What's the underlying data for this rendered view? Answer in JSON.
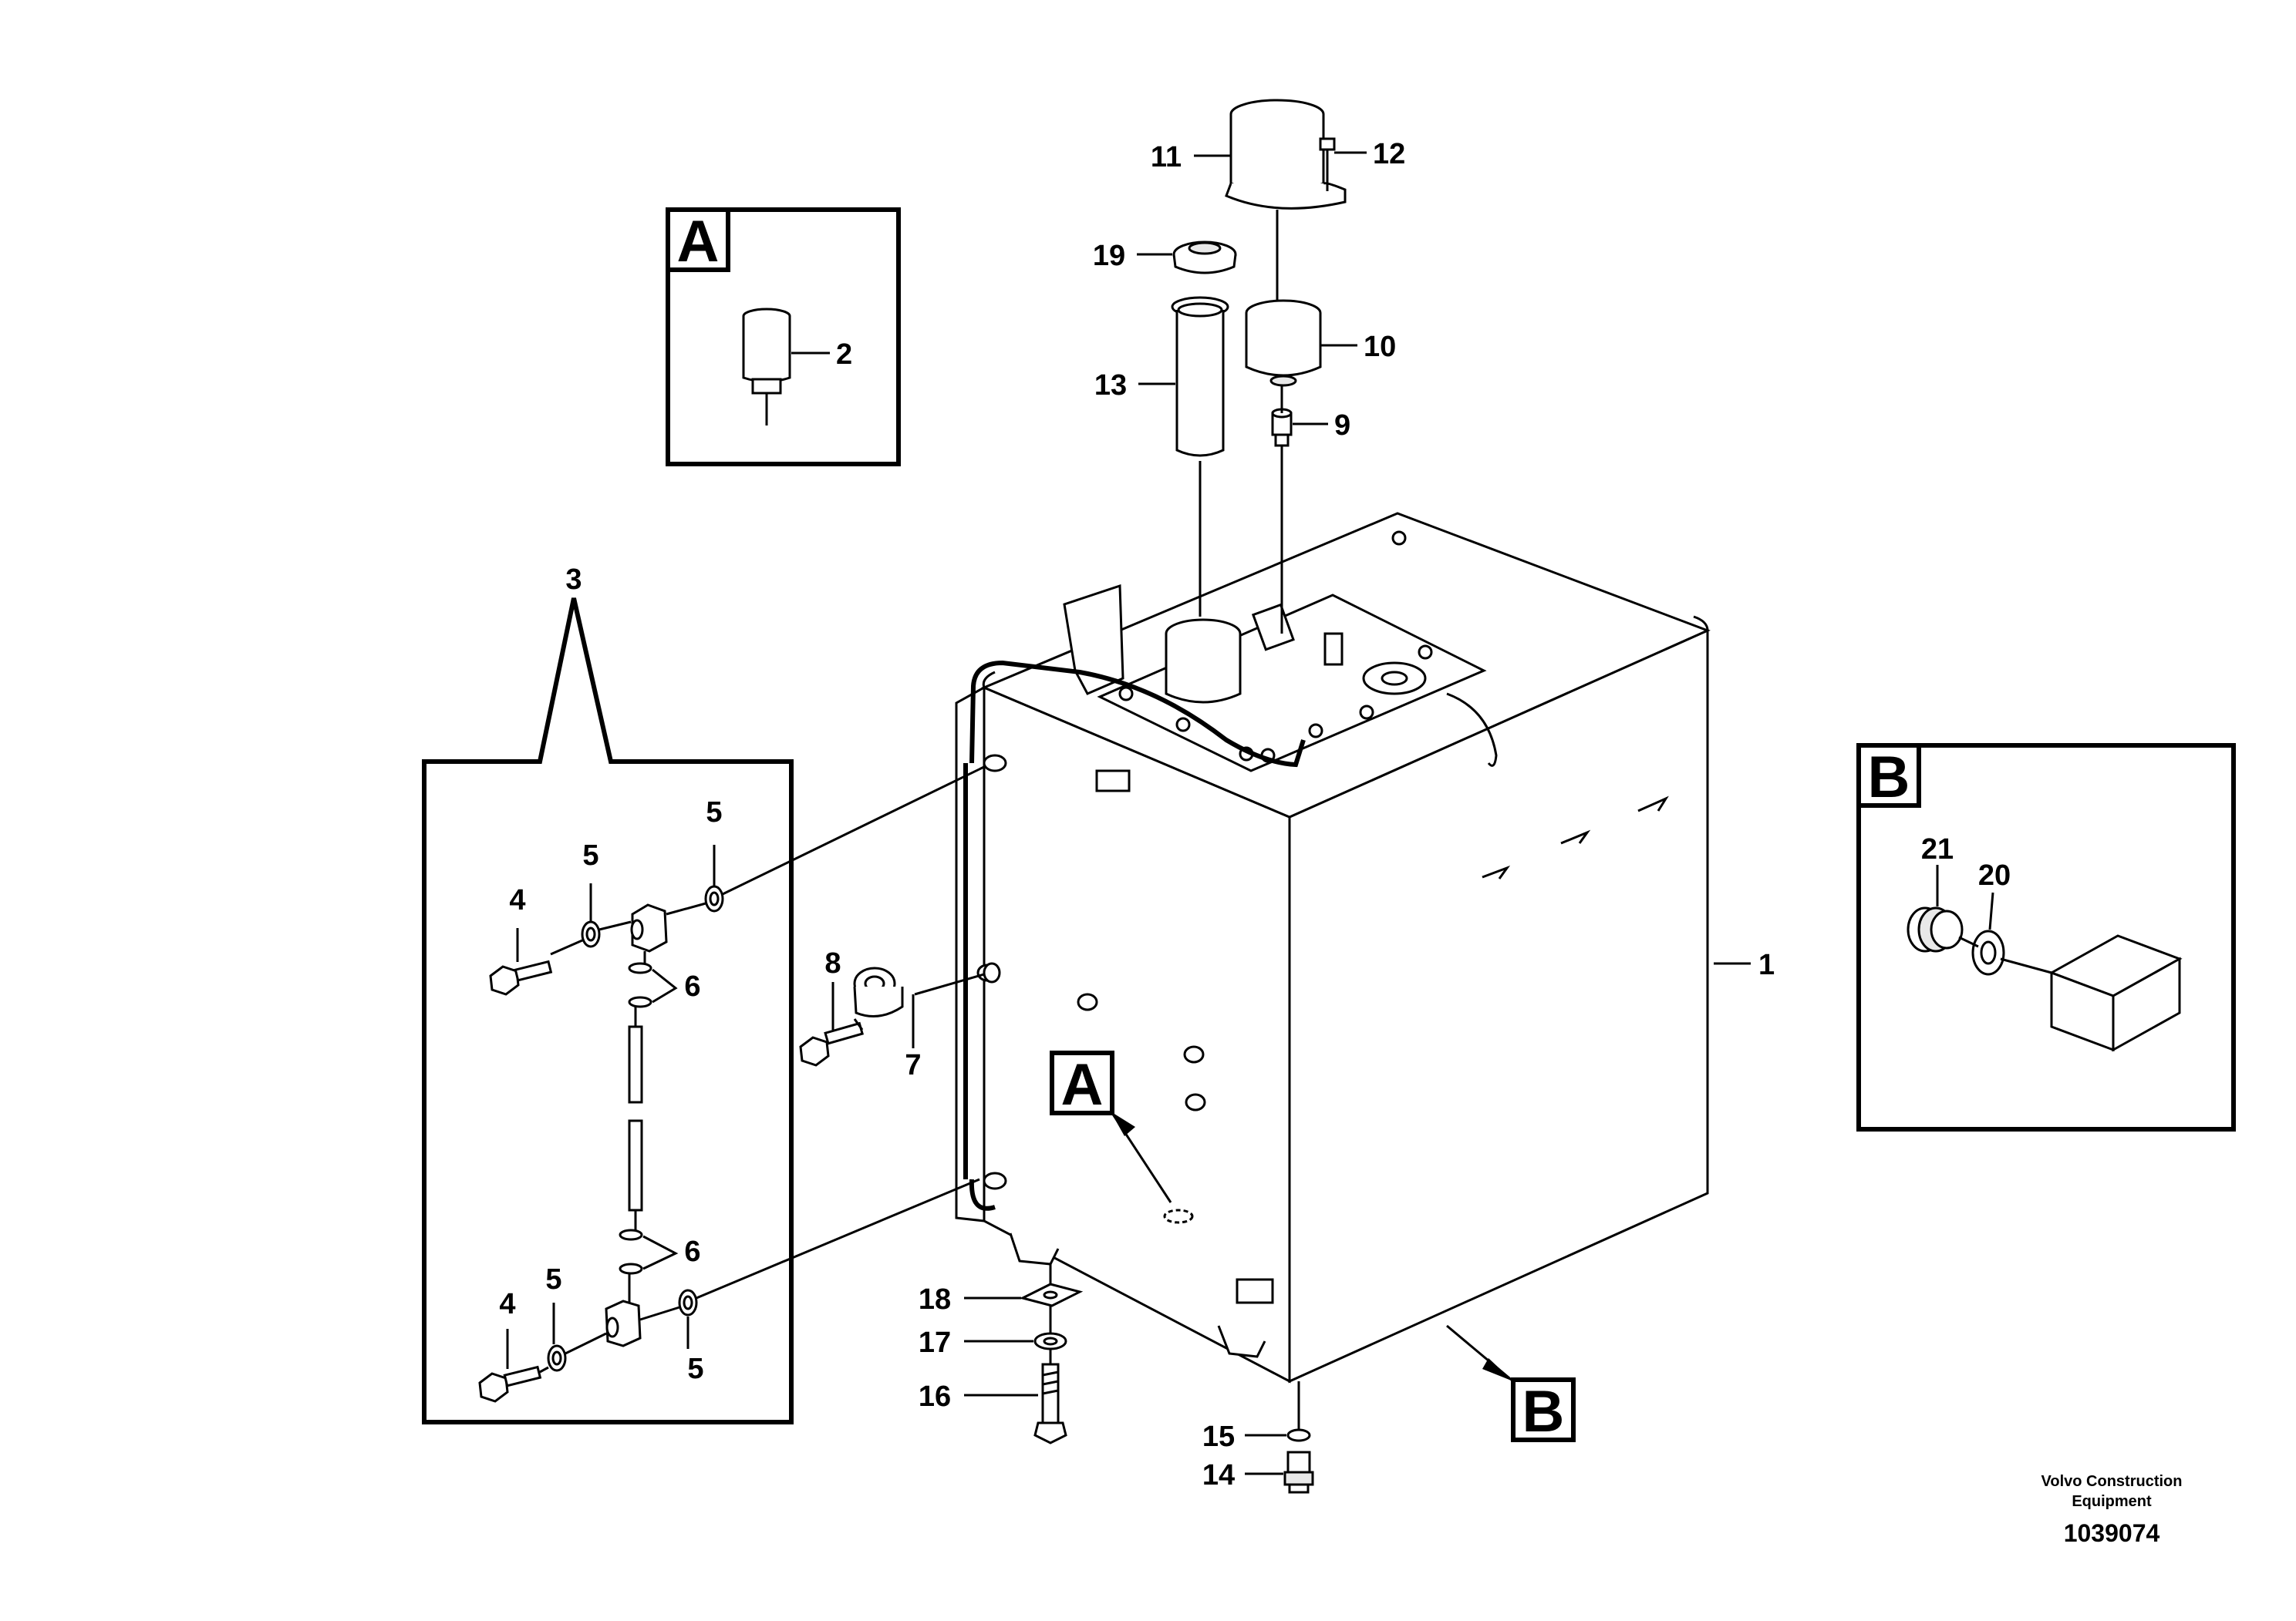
{
  "callouts": {
    "c1": "1",
    "c2": "2",
    "c3": "3",
    "c4a": "4",
    "c4b": "4",
    "c5a": "5",
    "c5b": "5",
    "c5c": "5",
    "c5d": "5",
    "c6a": "6",
    "c6b": "6",
    "c7": "7",
    "c8": "8",
    "c9": "9",
    "c10": "10",
    "c11": "11",
    "c12": "12",
    "c13": "13",
    "c14": "14",
    "c15": "15",
    "c16": "16",
    "c17": "17",
    "c18": "18",
    "c19": "19",
    "c20": "20",
    "c21": "21"
  },
  "detail_views": {
    "a_box_label": "A",
    "a_pointer_label": "A",
    "b_box_label": "B",
    "b_pointer_label": "B"
  },
  "footer": {
    "brand_line1": "Volvo Construction",
    "brand_line2": "Equipment",
    "document_number": "1039074"
  }
}
